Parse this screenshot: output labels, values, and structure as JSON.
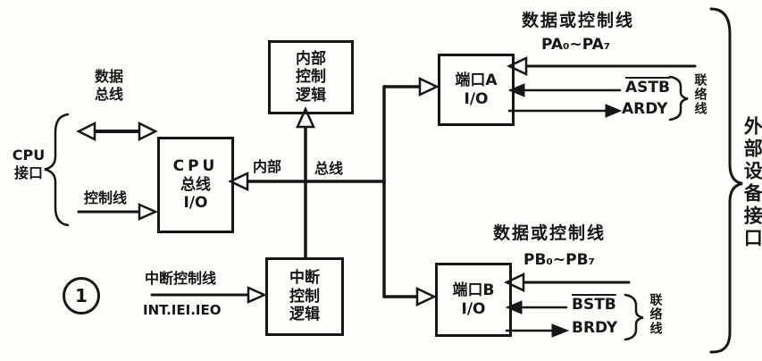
{
  "colors": {
    "ink": "#161616",
    "background": "#fffdfa"
  },
  "figure": {
    "number": "1"
  },
  "cpu_side": {
    "data_bus": [
      "数据",
      "总线"
    ],
    "interface": [
      "CPU",
      "接口"
    ],
    "control_line": "控制线"
  },
  "boxes": {
    "cpu_bus": [
      "CPU",
      "总线",
      "I/O"
    ],
    "internal_control": [
      "内部",
      "控制",
      "逻辑"
    ],
    "interrupt_control": [
      "中断",
      "控制",
      "逻辑"
    ],
    "port_a": [
      "端口A",
      "I/O"
    ],
    "port_b": [
      "端口B",
      "I/O"
    ]
  },
  "internal_bus": {
    "left": "内部",
    "right": "总线"
  },
  "interrupt": {
    "label": "中断控制线",
    "signals": "INT.IEI.IEO"
  },
  "port_a": {
    "data_label": "数据或控制线",
    "range": "PA₀~PA₇",
    "strobe": "ASTB",
    "ready": "ARDY",
    "handshake": "联络线"
  },
  "port_b": {
    "data_label": "数据或控制线",
    "range": "PB₀~PB₇",
    "strobe": "BSTB",
    "ready": "BRDY",
    "handshake": "联络线"
  },
  "external": {
    "label": "外部设备接口"
  }
}
